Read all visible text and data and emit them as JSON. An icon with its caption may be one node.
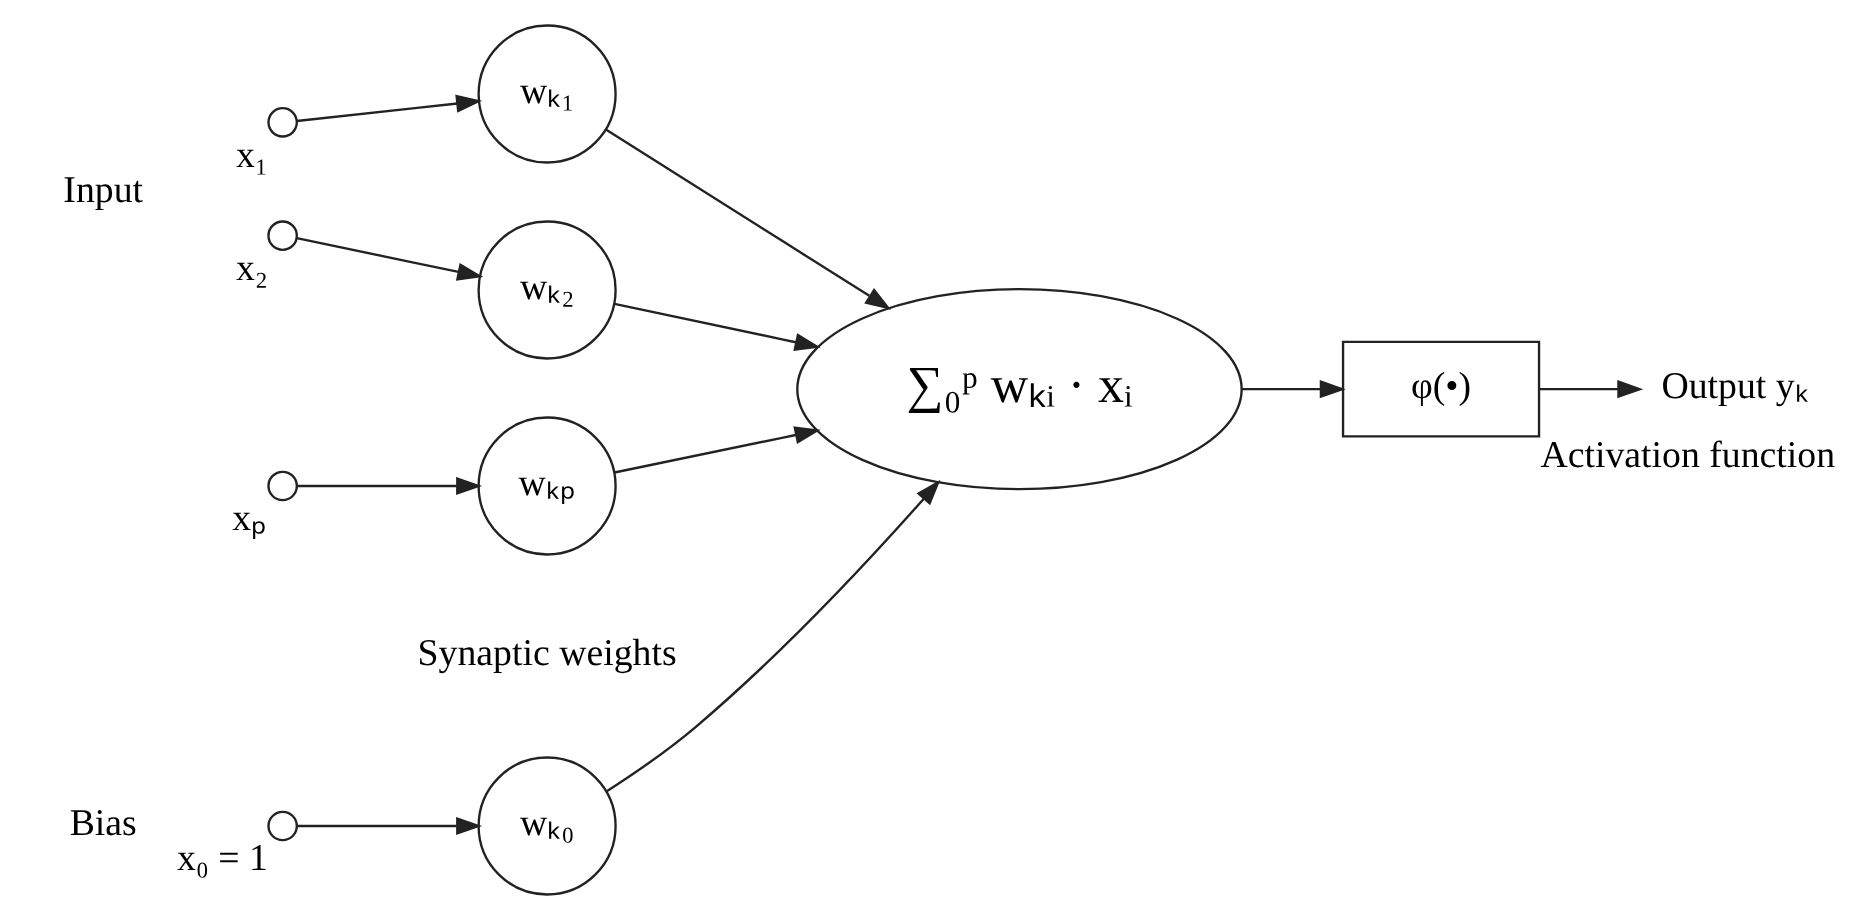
{
  "diagram": {
    "nodes": [
      {
        "text": [],
        "shape": "circle",
        "beside": [
          "x₀ = 1"
        ]
      },
      {
        "text": [],
        "shape": "circle",
        "beside": [
          "x₁"
        ]
      },
      {
        "text": [],
        "shape": "circle",
        "beside": [
          "x₂"
        ]
      },
      {
        "text": [],
        "shape": "circle",
        "beside": [
          "xₚ"
        ]
      },
      {
        "text": [
          "wₖ₀"
        ]
      },
      {
        "text": [
          "wₖ₁"
        ]
      },
      {
        "text": [
          "wₖ₂"
        ]
      },
      {
        "text": [
          "wₖₚ"
        ]
      },
      {
        "text": [
          "∑₀ᵖ wₖᵢ · xᵢ"
        ]
      },
      {
        "text": [
          "φ(•)"
        ],
        "beside": [
          "Activation function"
        ]
      },
      {
        "text": [
          "Output yₖ"
        ]
      }
    ],
    "edges": [
      {
        "from": 0,
        "to": 4,
        "arrow": "to"
      },
      {
        "from": 1,
        "to": 5,
        "arrow": "to"
      },
      {
        "from": 2,
        "to": 6,
        "arrow": "to"
      },
      {
        "from": 3,
        "to": 7,
        "arrow": "to"
      },
      {
        "from": 4,
        "to": 8,
        "arrow": "to"
      },
      {
        "from": 5,
        "to": 8,
        "arrow": "to"
      },
      {
        "from": 6,
        "to": 8,
        "arrow": "to"
      },
      {
        "from": 7,
        "to": 8,
        "arrow": "to"
      },
      {
        "from": 8,
        "to": 9,
        "arrow": "to"
      },
      {
        "from": 9,
        "to": 10,
        "arrow": "to"
      }
    ],
    "labels": [
      "Bias",
      "Input",
      "Synaptic weights"
    ]
  }
}
